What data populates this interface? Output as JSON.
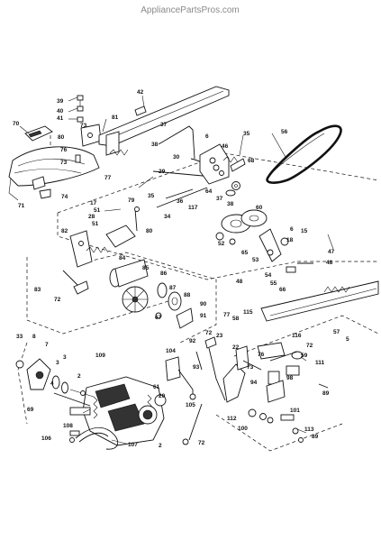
{
  "watermark": "AppliancePartsPros.com",
  "labels": [
    "39",
    "40",
    "41",
    "70",
    "73",
    "76",
    "80",
    "73",
    "77",
    "71",
    "74",
    "42",
    "81",
    "37",
    "38",
    "30",
    "6",
    "46",
    "35",
    "68",
    "56",
    "29",
    "64",
    "37",
    "38",
    "36",
    "17",
    "51",
    "28",
    "51",
    "79",
    "35",
    "34",
    "117",
    "60",
    "82",
    "80",
    "52",
    "65",
    "53",
    "15",
    "47",
    "48",
    "6",
    "18",
    "83",
    "72",
    "84",
    "85",
    "86",
    "87",
    "88",
    "67",
    "90",
    "91",
    "48",
    "54",
    "55",
    "66",
    "77",
    "58",
    "115",
    "116",
    "72",
    "57",
    "5",
    "33",
    "8",
    "7",
    "3",
    "69",
    "109",
    "2",
    "104",
    "92",
    "72",
    "93",
    "94",
    "22",
    "23",
    "73",
    "76",
    "98",
    "59",
    "111",
    "89",
    "61",
    "20",
    "105",
    "100",
    "112",
    "101",
    "113",
    "89",
    "108",
    "107",
    "106",
    "72",
    "2",
    "3",
    "4"
  ]
}
